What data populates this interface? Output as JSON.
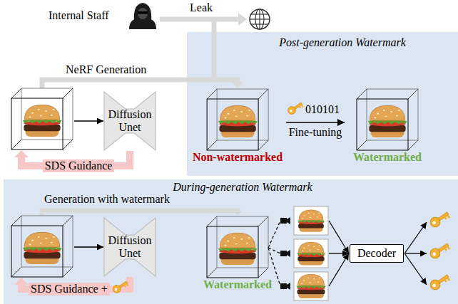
{
  "diagram": {
    "nodes": [
      {
        "text": [
          "Post-generation Watermark"
        ]
      },
      {
        "text": [
          "During-generation Watermark"
        ]
      },
      {
        "text": [
          "Diffusion Unet"
        ]
      },
      {
        "text": [
          "Non-watermarked"
        ],
        "in": 0
      },
      {
        "text": [
          "Watermarked"
        ],
        "in": 0
      },
      {
        "text": [
          "Diffusion Unet"
        ],
        "in": 1
      },
      {
        "text": [
          "Watermarked"
        ],
        "in": 1
      },
      {
        "text": [
          "Decoder"
        ],
        "in": 1
      }
    ],
    "edges": [
      {
        "from": 3,
        "to": 4,
        "arrow": "to",
        "label": "Fine-tuning"
      }
    ],
    "labels": [
      "Internal Staff",
      "Leak",
      "NeRF Generation",
      "010101",
      "SDS Guidance",
      "Generation with watermark",
      "SDS Guidance +"
    ]
  }
}
